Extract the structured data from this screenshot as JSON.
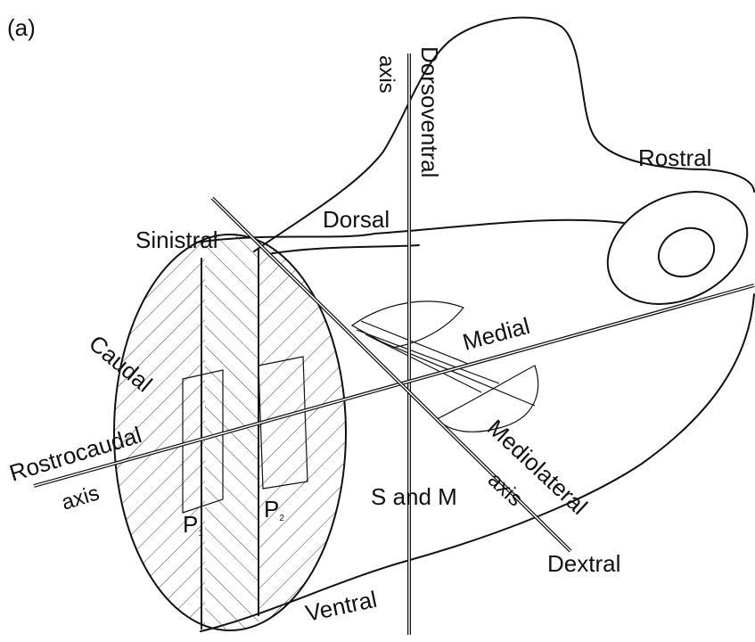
{
  "panel_label": "(a)",
  "labels": {
    "dorsoventral_axis": "Dorsoventral",
    "dorsoventral_axis_sub": "axis",
    "rostral": "Rostral",
    "dorsal": "Dorsal",
    "sinistral": "Sinistral",
    "caudal": "Caudal",
    "medial": "Medial",
    "rostrocaudal": "Rostrocaudal",
    "rostrocaudal_sub": "axis",
    "mediolateral": "Mediolateral",
    "mediolateral_sub": "axis",
    "s_and_m": "S and M",
    "dextral": "Dextral",
    "ventral": "Ventral",
    "p1": "P",
    "p1_sub": "1",
    "p2": "P",
    "p2_sub": "2"
  }
}
